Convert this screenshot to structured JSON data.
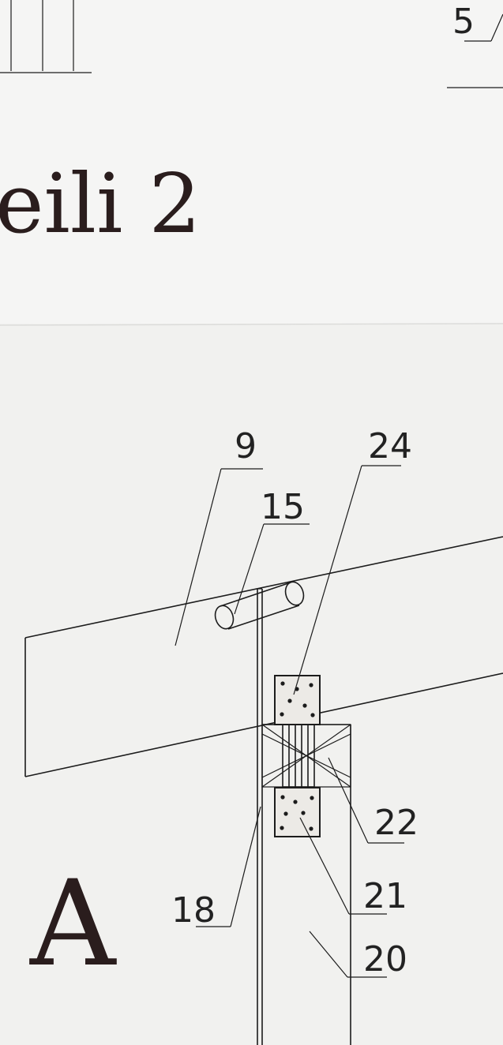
{
  "heading": "eili 2",
  "view_label": "A",
  "top_callout": "5",
  "callouts": {
    "c9": "9",
    "c24": "24",
    "c15": "15",
    "c22": "22",
    "c18": "18",
    "c21": "21",
    "c20": "20"
  },
  "colors": {
    "ink": "#1c1c1c",
    "paper": "#f1f1ef"
  }
}
